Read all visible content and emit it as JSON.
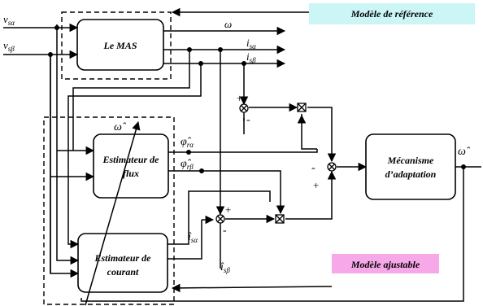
{
  "inputs": {
    "v_s_alpha": {
      "base": "v",
      "sub": "sα"
    },
    "v_s_beta": {
      "base": "v",
      "sub": "sβ"
    }
  },
  "blocks": {
    "mas": "Le MAS",
    "flux_estimator": [
      "Estimateur de",
      "flux"
    ],
    "current_estimator": [
      "Estimateur de",
      "courant"
    ],
    "adaptation": [
      "Mécanisme",
      "d’adaptation"
    ]
  },
  "signals": {
    "omega": "ω",
    "i_s_alpha": {
      "base": "i",
      "sub": "sα"
    },
    "i_s_beta": {
      "base": "i",
      "sub": "sβ"
    },
    "omega_hat": "ω̂",
    "omega_hat_out": "ω̂",
    "phi_r_alpha": {
      "base": "φ̂",
      "sub": "rα"
    },
    "phi_r_beta": {
      "base": "φ̂",
      "sub": "rβ"
    },
    "i_hat_s_alpha": {
      "base": "î",
      "sub": "sα"
    },
    "i_hat_s_beta": {
      "base": "î",
      "sub": "sβ"
    }
  },
  "signs": {
    "upper_sum_plus": "+",
    "upper_sum_minus": "-",
    "lower_sum_plus": "+",
    "lower_sum_minus": "-",
    "error_sum_minus": "-",
    "error_sum_plus": "+"
  },
  "tags": {
    "reference_model": "Modèle de référence",
    "adjustable_model": "Modèle ajustable"
  },
  "colors": {
    "reference_tag_bg": "#ccf5f5",
    "adjustable_tag_bg": "#f7a8e8",
    "line": "#000000"
  }
}
